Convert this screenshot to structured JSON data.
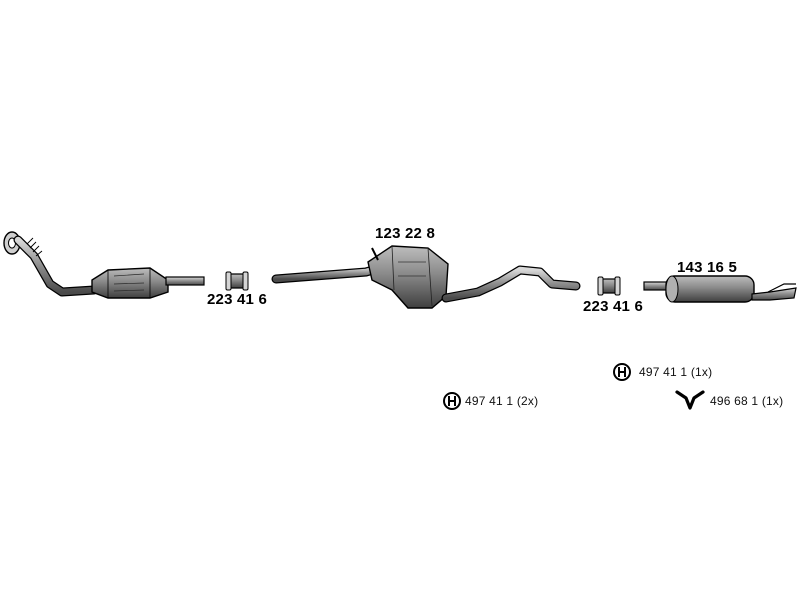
{
  "parts": {
    "front_pipe": {
      "name": "front-pipe-with-catalytic-converter"
    },
    "clamp_left": {
      "number": "223 41 6"
    },
    "middle_silencer": {
      "number": "123 22 8"
    },
    "clamp_right": {
      "number": "223 41 6"
    },
    "rear_silencer": {
      "number": "143 16 5"
    }
  },
  "hardware": {
    "rubber_mount_a": {
      "icon": "rubber-mount-icon",
      "text": "497 41 1 (2x)"
    },
    "rubber_mount_b": {
      "icon": "rubber-mount-icon",
      "text": "497 41 1 (1x)"
    },
    "hanger": {
      "icon": "hanger-icon",
      "text": "496 68 1 (1x)"
    }
  },
  "colors": {
    "line": "#000000",
    "part_fill": "#9a9a9a",
    "part_dark": "#5e5e5e",
    "background": "#ffffff"
  }
}
